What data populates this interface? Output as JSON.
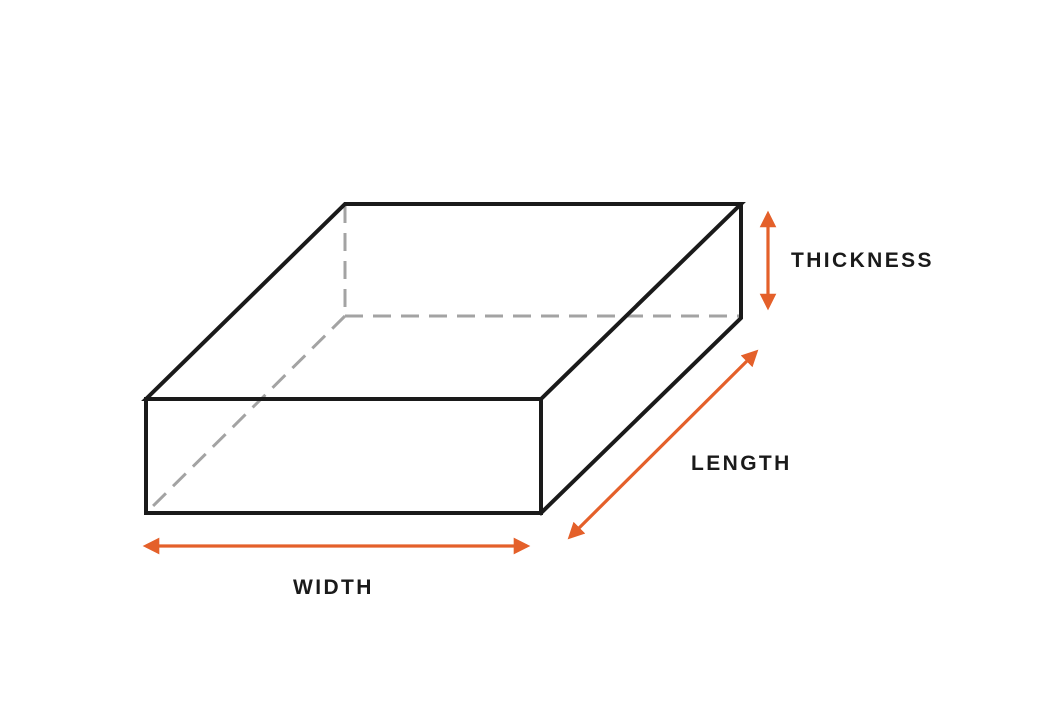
{
  "colors": {
    "background": "#ffffff",
    "edge": "#1a1a1a",
    "hidden_edge": "#a3a3a3",
    "arrow": "#e4602a",
    "label": "#1a1a1a"
  },
  "labels": {
    "thickness": "THICKNESS",
    "length": "LENGTH",
    "width": "WIDTH"
  }
}
